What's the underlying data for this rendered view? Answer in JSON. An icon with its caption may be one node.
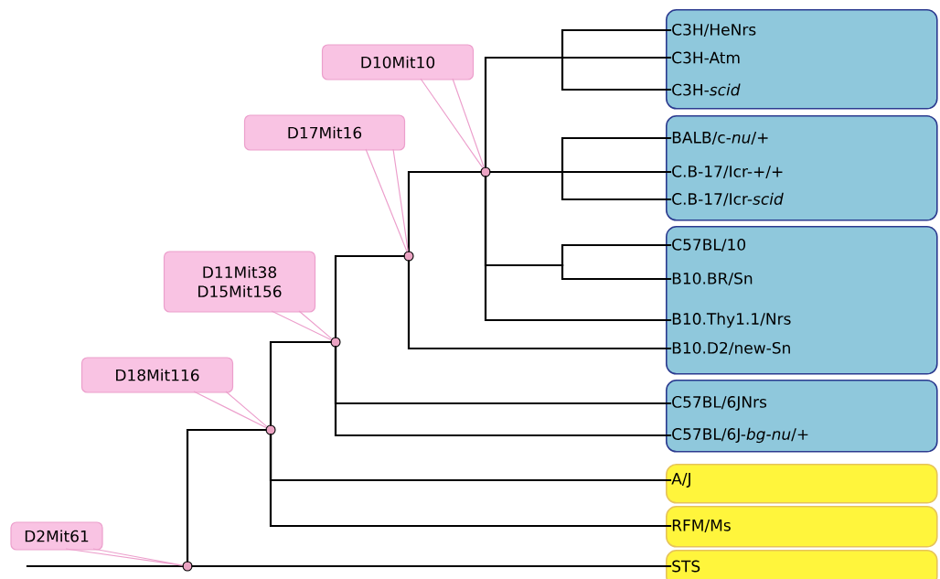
{
  "diagram": {
    "nodes": [
      {
        "text": [
          "D10Mit10"
        ]
      },
      {
        "text": [
          "D17Mit16"
        ]
      },
      {
        "text": [
          "D11Mit38",
          "D15Mit156"
        ]
      },
      {
        "text": [
          "D18Mit116"
        ]
      },
      {
        "text": [
          "D2Mit61"
        ]
      },
      {
        "text": [],
        "shape": "circle"
      },
      {
        "text": [],
        "shape": "circle"
      },
      {
        "text": [],
        "shape": "circle"
      },
      {
        "text": [],
        "shape": "circle"
      },
      {
        "text": [],
        "shape": "circle"
      },
      {
        "text": [],
        "shape": "box"
      },
      {
        "text": [
          "C3H/HeNrs"
        ],
        "in": 10
      },
      {
        "text": [
          "C3H-Atm"
        ],
        "in": 10
      },
      {
        "text": [
          "C3H-*scid*"
        ],
        "in": 10
      },
      {
        "text": [],
        "shape": "box"
      },
      {
        "text": [
          "BALB/c-*nu*/+"
        ],
        "in": 14
      },
      {
        "text": [
          "C.B-17/Icr-+/+"
        ],
        "in": 14
      },
      {
        "text": [
          "C.B-17/Icr-*scid*"
        ],
        "in": 14
      },
      {
        "text": [],
        "shape": "box"
      },
      {
        "text": [
          "C57BL/10"
        ],
        "in": 18
      },
      {
        "text": [
          "B10.BR/Sn"
        ],
        "in": 18
      },
      {
        "text": [
          "B10.Thy1.1/Nrs"
        ],
        "in": 18
      },
      {
        "text": [
          "B10.D2/new-Sn"
        ],
        "in": 18
      },
      {
        "text": [],
        "shape": "box"
      },
      {
        "text": [
          "C57BL/6JNrs"
        ],
        "in": 23
      },
      {
        "text": [
          "C57BL/6J-*bg-nu*/+"
        ],
        "in": 23
      },
      {
        "text": [],
        "shape": "box"
      },
      {
        "text": [
          "A/J"
        ],
        "in": 26
      },
      {
        "text": [],
        "shape": "box"
      },
      {
        "text": [
          "RFM/Ms"
        ],
        "in": 28
      },
      {
        "text": [],
        "shape": "box"
      },
      {
        "text": [
          "STS"
        ],
        "in": 30
      }
    ],
    "edges": [
      {
        "from": null,
        "to": 5,
        "arrow": "none"
      },
      {
        "from": 5,
        "to": 31,
        "arrow": "none"
      },
      {
        "from": 5,
        "to": 6,
        "arrow": "none"
      },
      {
        "from": 6,
        "to": 27,
        "arrow": "none"
      },
      {
        "from": 6,
        "to": 29,
        "arrow": "none"
      },
      {
        "from": 6,
        "to": 7,
        "arrow": "none"
      },
      {
        "from": 7,
        "to": 24,
        "arrow": "none"
      },
      {
        "from": 7,
        "to": 25,
        "arrow": "none"
      },
      {
        "from": 7,
        "to": 8,
        "arrow": "none"
      },
      {
        "from": 8,
        "to": 22,
        "arrow": "none"
      },
      {
        "from": 8,
        "to": 9,
        "arrow": "none"
      },
      {
        "from": 9,
        "to": 11,
        "arrow": "none"
      },
      {
        "from": 9,
        "to": 12,
        "arrow": "none"
      },
      {
        "from": 9,
        "to": 13,
        "arrow": "none"
      },
      {
        "from": 9,
        "to": 15,
        "arrow": "none"
      },
      {
        "from": 9,
        "to": 16,
        "arrow": "none"
      },
      {
        "from": 9,
        "to": 17,
        "arrow": "none"
      },
      {
        "from": 9,
        "to": 19,
        "arrow": "none"
      },
      {
        "from": 9,
        "to": 20,
        "arrow": "none"
      },
      {
        "from": 9,
        "to": 21,
        "arrow": "none"
      },
      {
        "from": 0,
        "to": 9,
        "arrow": "none",
        "color": "#ec9fcc"
      },
      {
        "from": 1,
        "to": 8,
        "arrow": "none",
        "color": "#ec9fcc"
      },
      {
        "from": 2,
        "to": 7,
        "arrow": "none",
        "color": "#ec9fcc"
      },
      {
        "from": 3,
        "to": 6,
        "arrow": "none",
        "color": "#ec9fcc"
      },
      {
        "from": 4,
        "to": 5,
        "arrow": "none",
        "color": "#ec9fcc"
      }
    ]
  }
}
